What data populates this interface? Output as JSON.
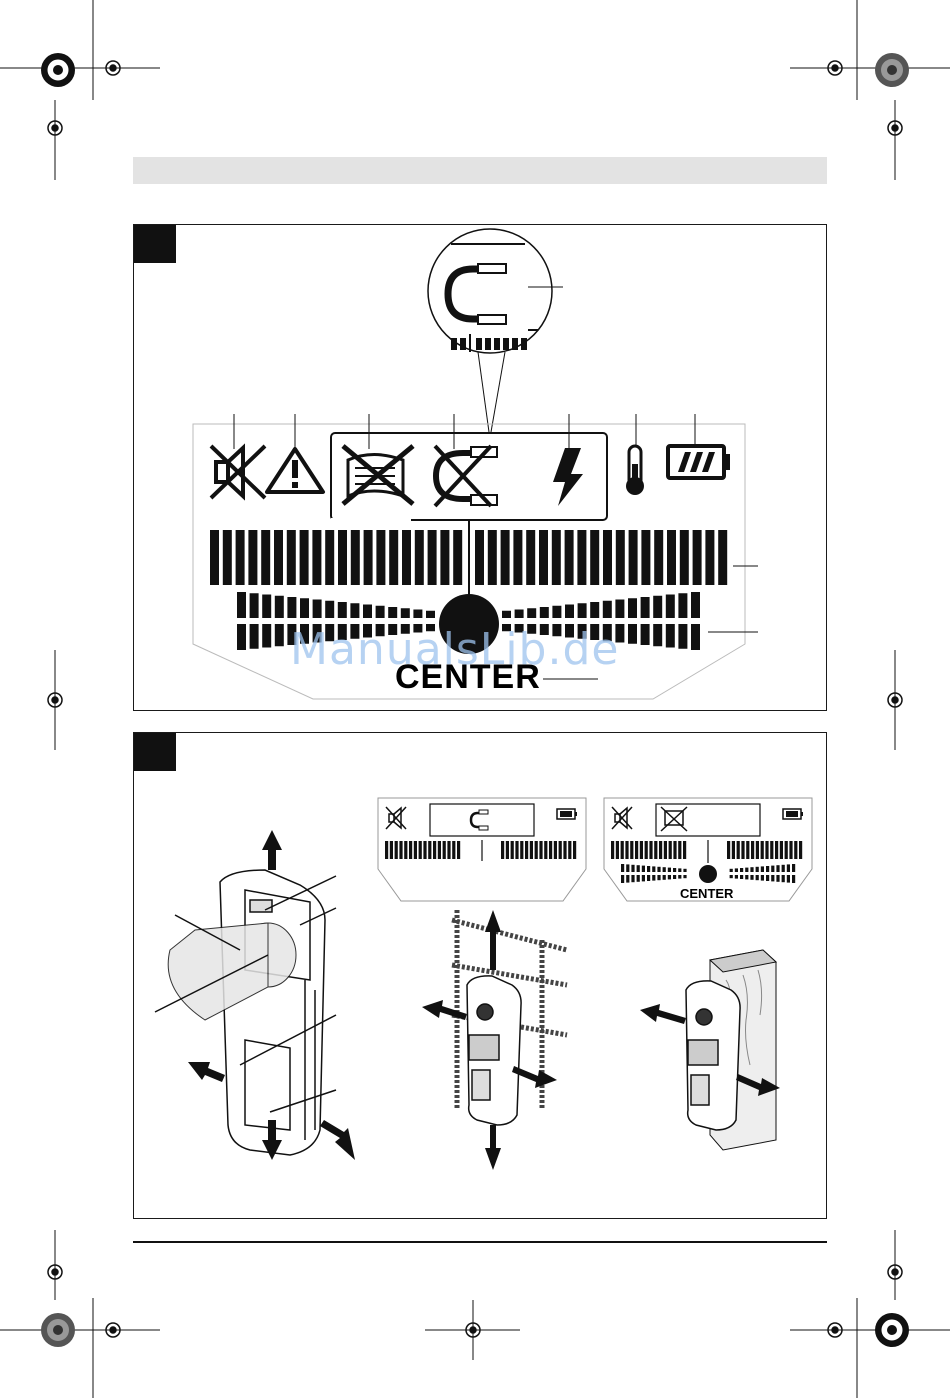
{
  "figure1": {
    "center_label": "CENTER"
  },
  "figure2": {
    "display_b_center_label": "CENTER"
  },
  "watermark": "ManualsLib.de",
  "icons": {
    "mute": "speaker-muted-icon",
    "warning": "warning-triangle-icon",
    "wood": "wood-crossed-icon",
    "metal": "magnet-crossed-icon",
    "live_wire": "lightning-bolt-icon",
    "temperature": "thermometer-icon",
    "battery": "battery-icon"
  },
  "colors": {
    "ink": "#111111",
    "header_gray": "#e3e3e3",
    "watermark": "#9ec3ee"
  }
}
